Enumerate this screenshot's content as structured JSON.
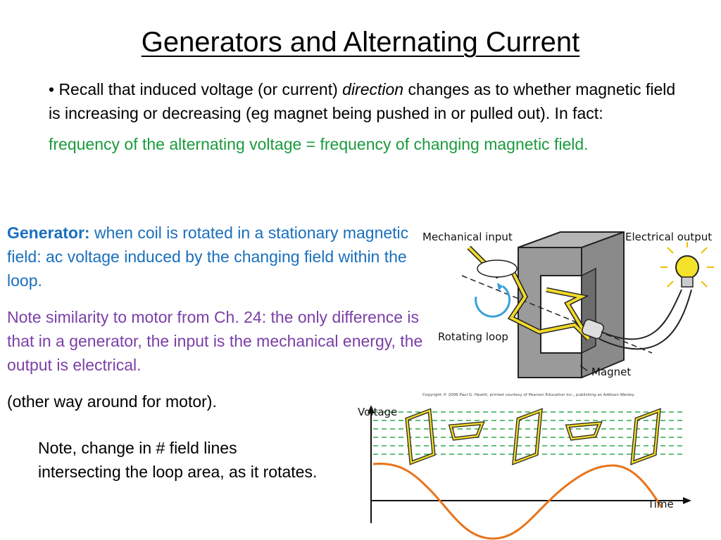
{
  "title": "Generators and Alternating Current",
  "bullet": {
    "prefix": "• Recall that induced voltage (or current) ",
    "emphasis": "direction",
    "suffix": " changes as to whether magnetic field is increasing or decreasing (eg magnet being pushed in or pulled out). In fact:"
  },
  "frequency_statement": "frequency of the alternating voltage = frequency of changing magnetic field.",
  "generator": {
    "label": "Generator:",
    "text": " when coil is rotated in a stationary magnetic field: ac voltage induced by the changing field within the loop."
  },
  "similarity_note": "Note similarity to motor from Ch. 24: the only difference is that in a generator, the input is the mechanical energy, the output is electrical.",
  "motor_note": "(other way around for motor).",
  "field_lines_note": "Note, change in # field lines intersecting the loop area, as it rotates.",
  "figure_top": {
    "mechanical_input": "Mechanical input",
    "electrical_output": "Electrical output",
    "rotating_loop": "Rotating loop",
    "magnet": "Magnet",
    "copyright": "Copyright © 2006 Paul G. Hewitt, printed courtesy of Pearson Education Inc., publishing as Addison Wesley."
  },
  "figure_bottom": {
    "voltage_label": "Voltage",
    "time_label": "Time"
  },
  "colors": {
    "generator": "#1a6fbd",
    "frequency": "#1a9a3c",
    "similarity": "#7b3fa8",
    "wave": "#e8731a",
    "field_lines": "#2fa84a",
    "coil": "#e8d21a"
  }
}
